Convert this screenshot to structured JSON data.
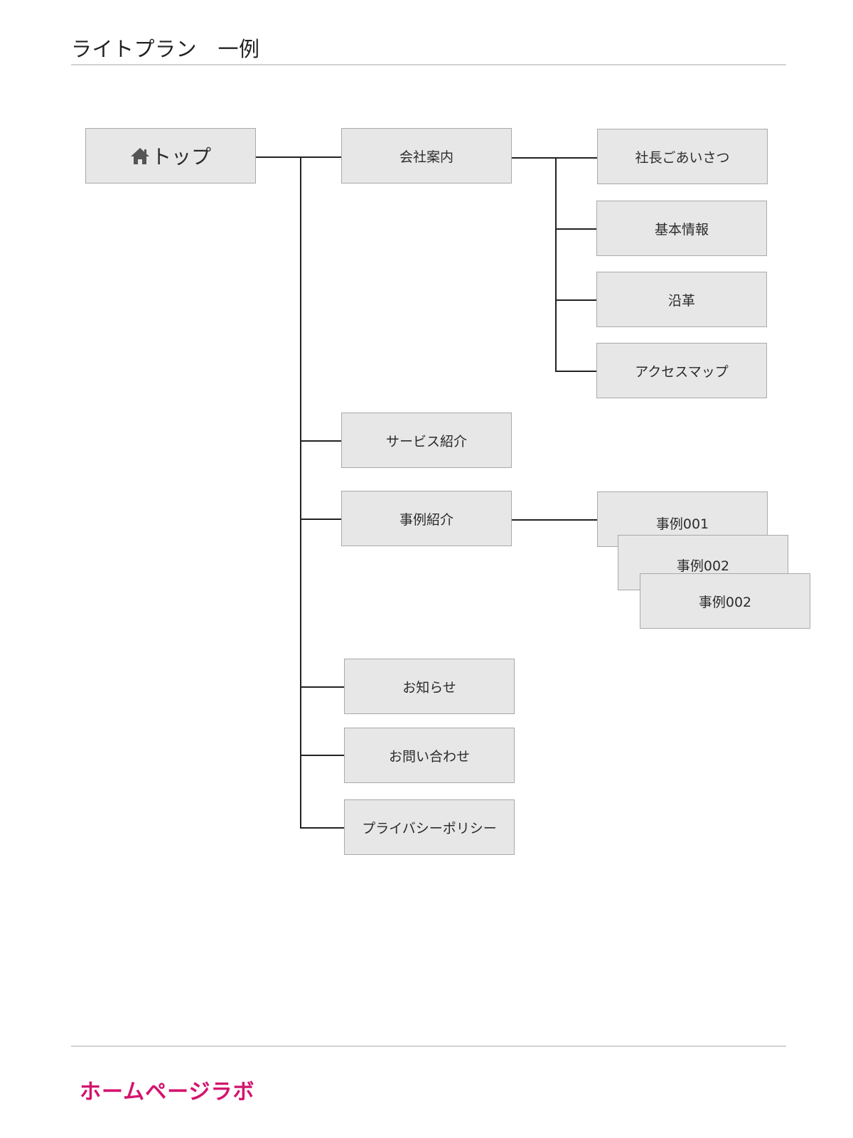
{
  "header": {
    "title": "ライトプラン　一例"
  },
  "nodes": {
    "top": "トップ",
    "company": "会社案内",
    "greeting": "社長ごあいさつ",
    "basic_info": "基本情報",
    "history": "沿革",
    "access_map": "アクセスマップ",
    "services": "サービス紹介",
    "cases": "事例紹介",
    "case_001": "事例001",
    "case_002a": "事例002",
    "case_002b": "事例002",
    "news": "お知らせ",
    "contact": "お問い合わせ",
    "privacy": "プライバシーポリシー"
  },
  "icons": {
    "top": "home-icon"
  },
  "colors": {
    "brand": "#d4136e",
    "box_fill": "#e7e7e7",
    "box_border": "#a9a9a9",
    "line": "#222222"
  },
  "footer": {
    "brand": "ホームページラボ"
  }
}
